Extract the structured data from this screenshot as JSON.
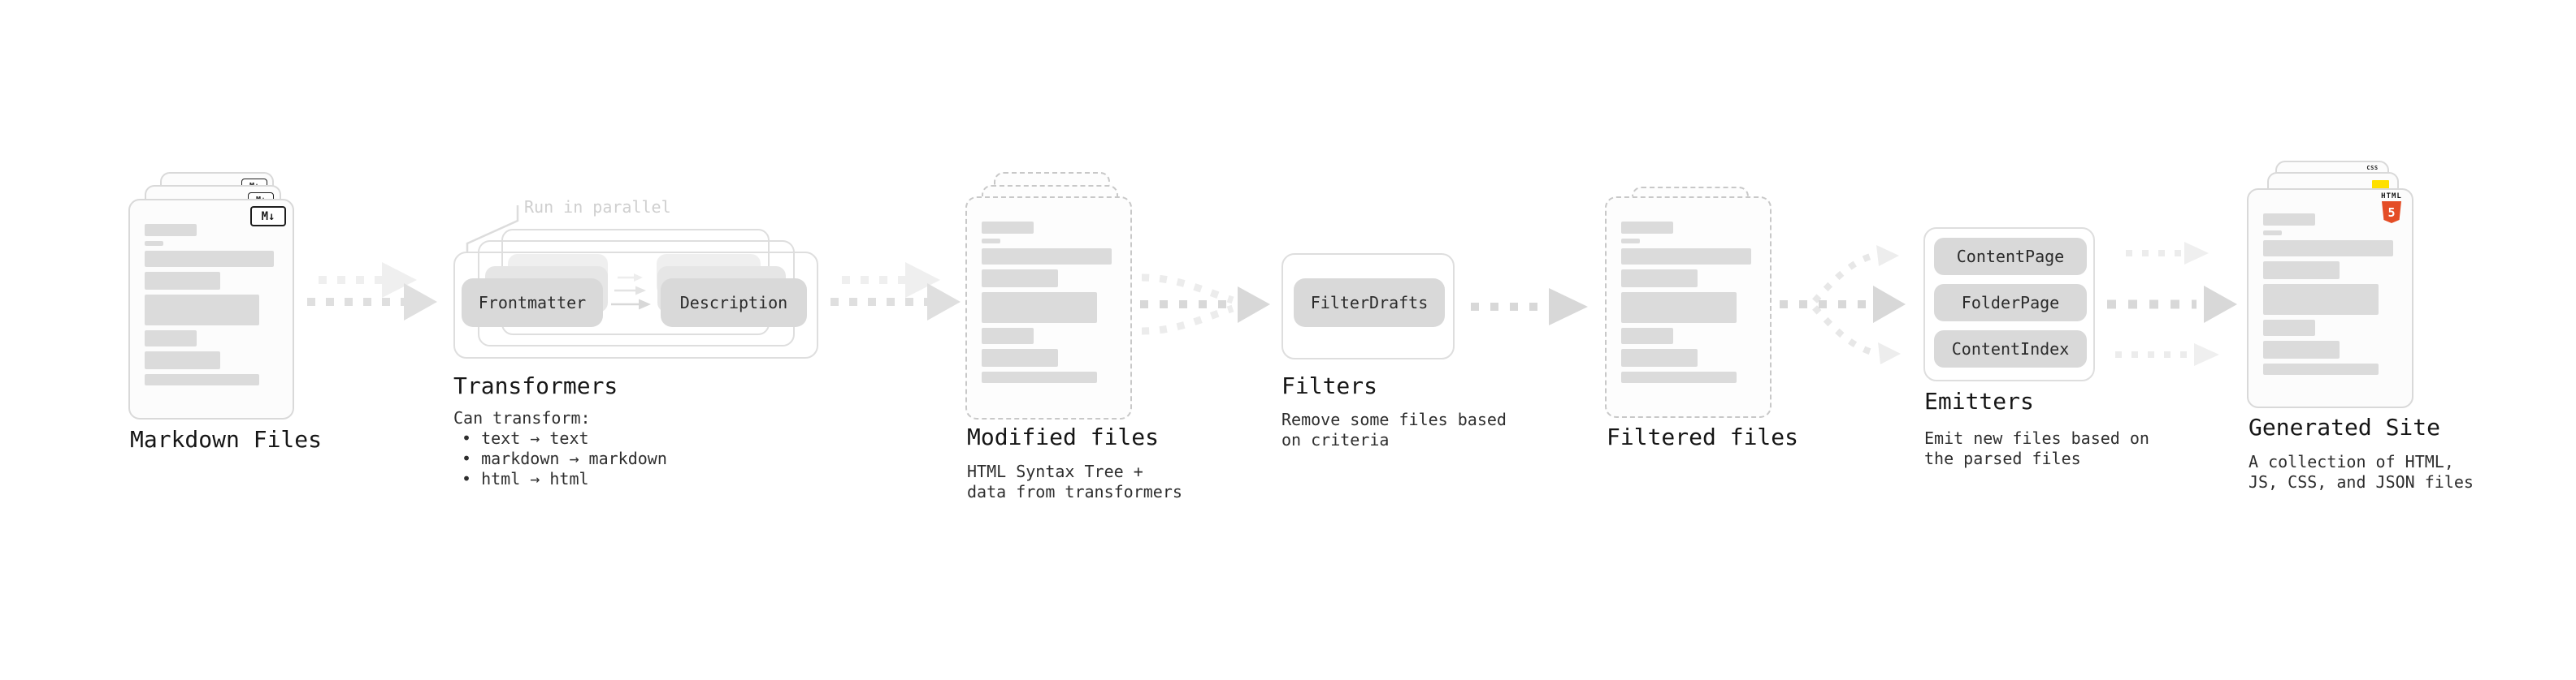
{
  "stages": {
    "markdown_files": {
      "title": "Markdown Files"
    },
    "transformers": {
      "title": "Transformers",
      "annotation": "Run in parallel",
      "pills": [
        "Frontmatter",
        "Description"
      ],
      "details": [
        "Can transform:",
        "• text → text",
        "• markdown → markdown",
        "• html → html"
      ]
    },
    "modified_files": {
      "title": "Modified files",
      "details": [
        "HTML Syntax Tree +",
        "data from transformers"
      ]
    },
    "filters": {
      "title": "Filters",
      "pills": [
        "FilterDrafts"
      ],
      "details": [
        "Remove some files based",
        "on criteria"
      ]
    },
    "filtered_files": {
      "title": "Filtered files"
    },
    "emitters": {
      "title": "Emitters",
      "pills": [
        "ContentPage",
        "FolderPage",
        "ContentIndex"
      ],
      "details": [
        "Emit new files based on",
        "the parsed files"
      ]
    },
    "generated_site": {
      "title": "Generated Site",
      "details": [
        "A collection of HTML,",
        "JS, CSS, and JSON files"
      ]
    }
  },
  "icons": {
    "markdown_badge": "M↓",
    "css_badge": "CSS",
    "html_badge": "HTML",
    "html5_numeral": "5"
  },
  "colors": {
    "html5_orange": "#e44d26",
    "js_yellow": "#ffe000",
    "css_blue": "#2e6bf0",
    "skeleton_gray": "#dbdbdb",
    "pill_gray": "#d9d9d9"
  }
}
